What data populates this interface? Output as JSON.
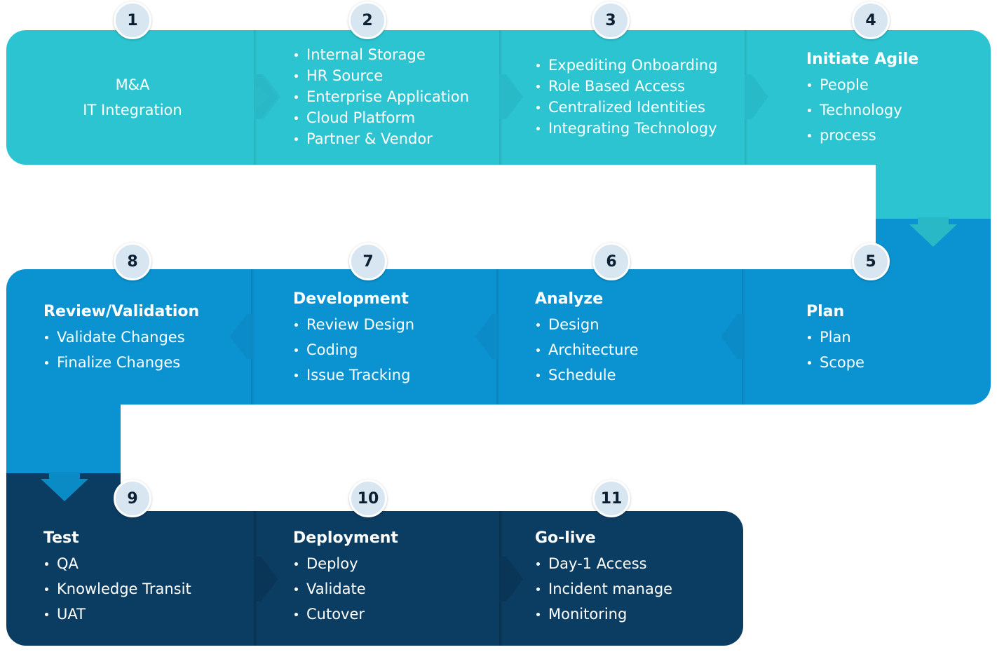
{
  "colors": {
    "row1": "#2cc4d1",
    "row2": "#0b93d1",
    "row3": "#0b3c61",
    "badge": "#d7e6f0",
    "badge_text": "#0d1f33"
  },
  "steps": {
    "s1": {
      "number": "1",
      "lines": [
        "M&A",
        "IT Integration"
      ]
    },
    "s2": {
      "number": "2",
      "items": [
        "Internal Storage",
        "HR Source",
        "Enterprise Application",
        "Cloud Platform",
        "Partner & Vendor"
      ]
    },
    "s3": {
      "number": "3",
      "items": [
        "Expediting Onboarding",
        "Role Based Access",
        "Centralized Identities",
        "Integrating Technology"
      ]
    },
    "s4": {
      "number": "4",
      "heading": "Initiate Agile",
      "items": [
        "People",
        "Technology",
        "process"
      ]
    },
    "s5": {
      "number": "5",
      "heading": "Plan",
      "items": [
        "Plan",
        "Scope"
      ]
    },
    "s6": {
      "number": "6",
      "heading": "Analyze",
      "items": [
        "Design",
        "Architecture",
        "Schedule"
      ]
    },
    "s7": {
      "number": "7",
      "heading": "Development",
      "items": [
        "Review Design",
        "Coding",
        "Issue Tracking"
      ]
    },
    "s8": {
      "number": "8",
      "heading": "Review/Validation",
      "items": [
        "Validate Changes",
        "Finalize Changes"
      ]
    },
    "s9": {
      "number": "9",
      "heading": "Test",
      "items": [
        "QA",
        "Knowledge Transit",
        "UAT"
      ]
    },
    "s10": {
      "number": "10",
      "heading": "Deployment",
      "items": [
        "Deploy",
        "Validate",
        "Cutover"
      ]
    },
    "s11": {
      "number": "11",
      "heading": "Go-live",
      "items": [
        "Day-1 Access",
        "Incident manage",
        "Monitoring"
      ]
    }
  }
}
